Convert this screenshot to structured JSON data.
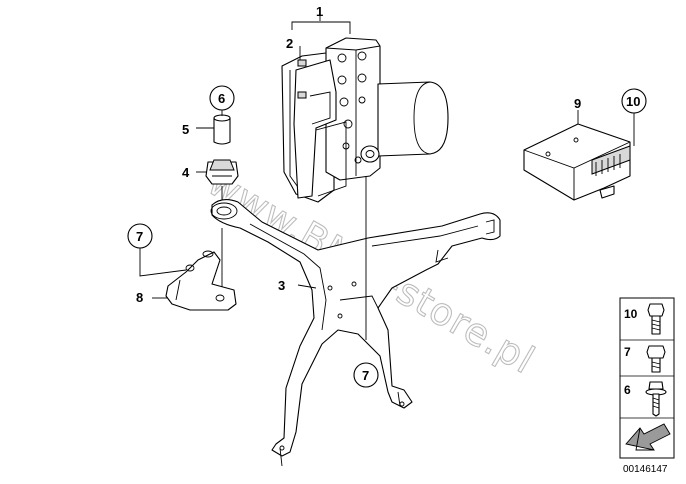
{
  "watermark": "www.BMW-store.pl",
  "diagram_code": "00146147",
  "callouts": {
    "c1": "1",
    "c2": "2",
    "c3": "3",
    "c4": "4",
    "c5": "5",
    "c6": "6",
    "c7a": "7",
    "c7b": "7",
    "c8": "8",
    "c9": "9",
    "c10": "10"
  },
  "legend": [
    {
      "num": "10"
    },
    {
      "num": "7"
    },
    {
      "num": "6"
    }
  ]
}
